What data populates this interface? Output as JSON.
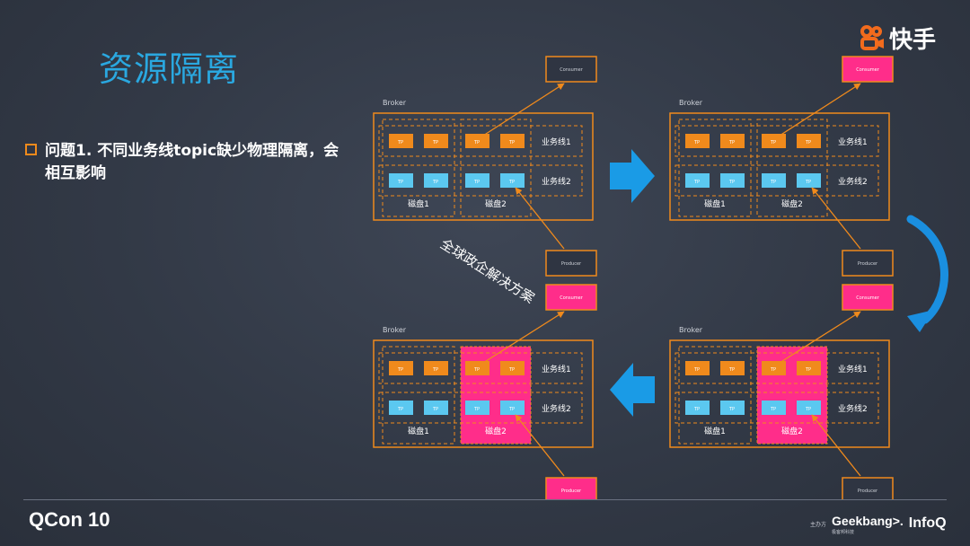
{
  "slide": {
    "title": "资源隔离",
    "brand_name": "快手",
    "bullet": "问题1. 不同业务线topic缺少物理隔离，会相互影响",
    "annotation": "全球政企解决方案"
  },
  "diagram": {
    "broker_label": "Broker",
    "consumer_label": "Consumer",
    "producer_label": "Producer",
    "tp_label": "TP",
    "line1_label": "业务线1",
    "line2_label": "业务线2",
    "disk1_label": "磁盘1",
    "disk2_label": "磁盘2",
    "colors": {
      "orange": "#f08a1c",
      "blue": "#5bc8f0",
      "pink": "#ff2d8a",
      "dark_box": "#2f3542"
    },
    "panels": [
      {
        "id": "top-left",
        "disk2_highlight": false,
        "consumer_pink": false,
        "producer_pink": false
      },
      {
        "id": "top-right",
        "disk2_highlight": false,
        "consumer_pink": true,
        "producer_pink": false
      },
      {
        "id": "bottom-right",
        "disk2_highlight": true,
        "consumer_pink": true,
        "producer_pink": false
      },
      {
        "id": "bottom-left",
        "disk2_highlight": true,
        "consumer_pink": true,
        "producer_pink": true
      }
    ]
  },
  "footer": {
    "qcon": "QCon 10",
    "sponsor_label": "主办方",
    "geekbang": "Geekbang>.",
    "geekbang_sub": "极客邦科技",
    "infoq": "InfoQ"
  }
}
